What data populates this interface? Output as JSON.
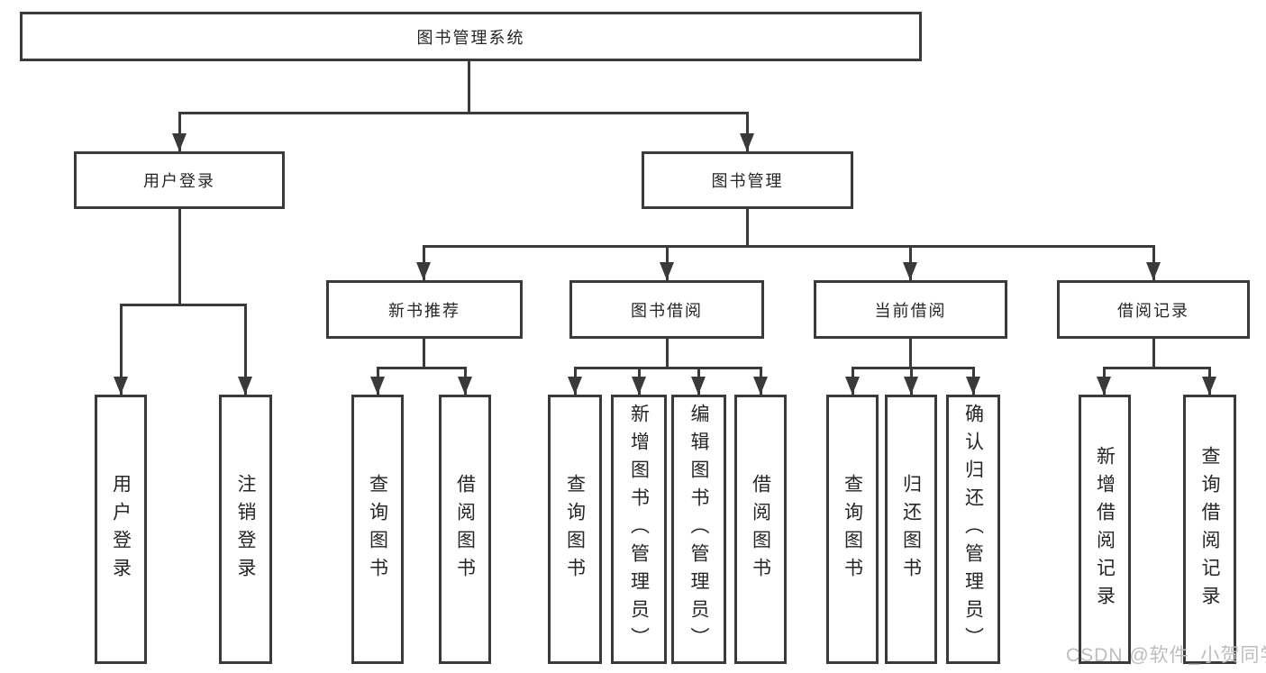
{
  "colors": {
    "line": "#3a3a3a",
    "text": "#262626",
    "watermark": "#bdbdbd",
    "background": "#ffffff"
  },
  "watermark": "CSDN @软件_小贺同学",
  "tree": {
    "label": "图书管理系统",
    "children": [
      {
        "label": "用户登录",
        "children": [
          {
            "label": "用户登录"
          },
          {
            "label": "注销登录"
          }
        ]
      },
      {
        "label": "图书管理",
        "children": [
          {
            "label": "新书推荐",
            "children": [
              {
                "label": "查询图书"
              },
              {
                "label": "借阅图书"
              }
            ]
          },
          {
            "label": "图书借阅",
            "children": [
              {
                "label": "查询图书"
              },
              {
                "label": "新增图书（管理员）"
              },
              {
                "label": "编辑图书（管理员）"
              },
              {
                "label": "借阅图书"
              }
            ]
          },
          {
            "label": "当前借阅",
            "children": [
              {
                "label": "查询图书"
              },
              {
                "label": "归还图书"
              },
              {
                "label": "确认归还（管理员）"
              }
            ]
          },
          {
            "label": "借阅记录",
            "children": [
              {
                "label": "新增借阅记录"
              },
              {
                "label": "查询借阅记录"
              }
            ]
          }
        ]
      }
    ]
  }
}
